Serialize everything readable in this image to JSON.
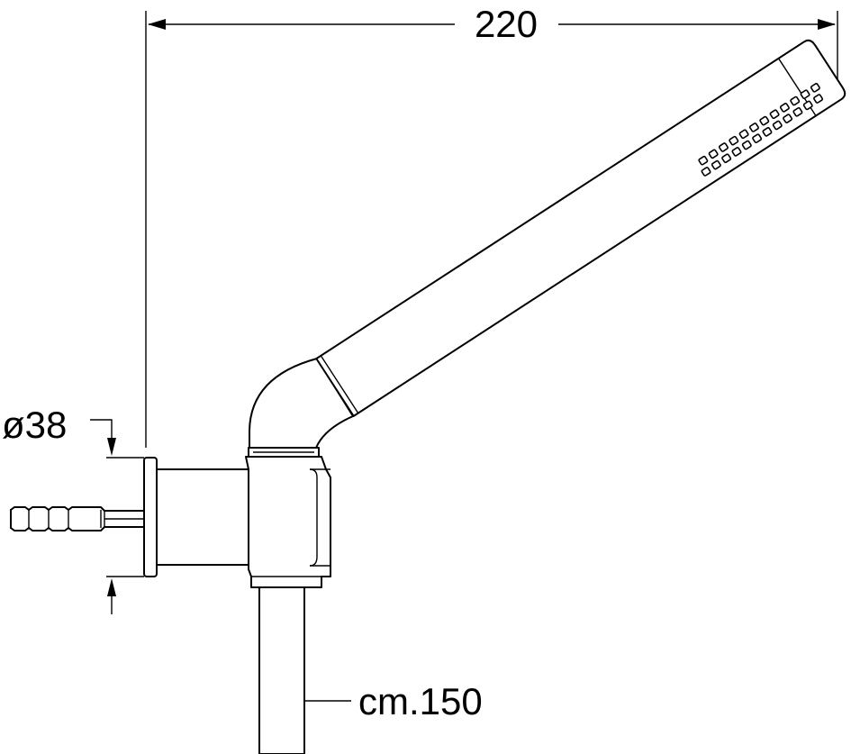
{
  "dimensions": {
    "width_label": "220",
    "diameter_label": "ø38",
    "hose_label": "cm.150"
  }
}
